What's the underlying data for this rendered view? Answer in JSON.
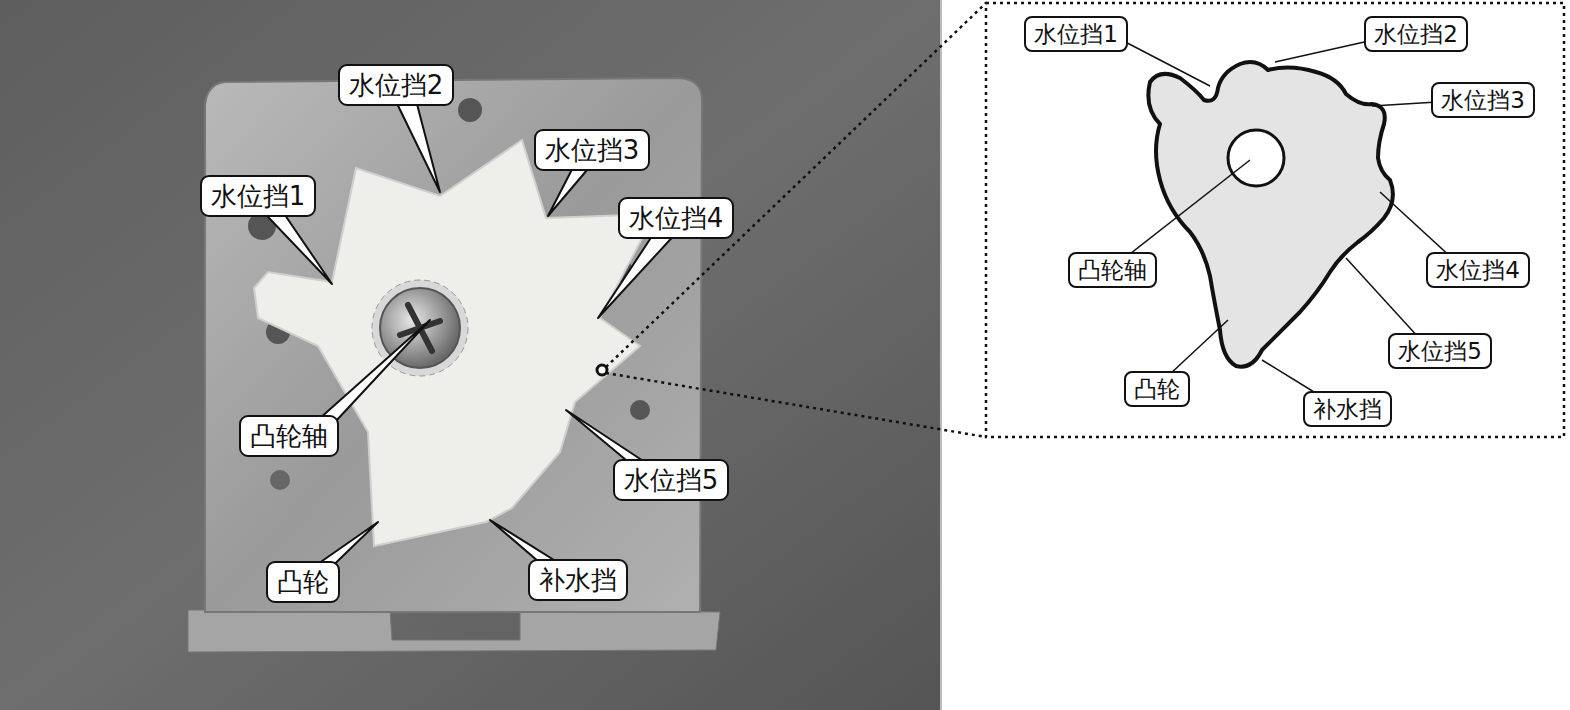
{
  "diagram": {
    "nodes": [
      {
        "text": [
          "水位挡2"
        ]
      },
      {
        "text": [
          "水位挡3"
        ]
      },
      {
        "text": [
          "水位挡1"
        ]
      },
      {
        "text": [
          "水位挡4"
        ]
      },
      {
        "text": [
          "凸轮轴"
        ]
      },
      {
        "text": [
          "水位挡5"
        ]
      },
      {
        "text": [
          "凸轮"
        ]
      },
      {
        "text": [
          "补水挡"
        ]
      },
      {
        "text": [
          "水位挡1"
        ]
      },
      {
        "text": [
          "水位挡2"
        ]
      },
      {
        "text": [
          "水位挡3"
        ]
      },
      {
        "text": [
          "凸轮轴"
        ]
      },
      {
        "text": [
          "水位挡4"
        ]
      },
      {
        "text": [
          "水位挡5"
        ]
      },
      {
        "text": [
          "凸轮"
        ]
      },
      {
        "text": [
          "补水挡"
        ]
      }
    ]
  }
}
